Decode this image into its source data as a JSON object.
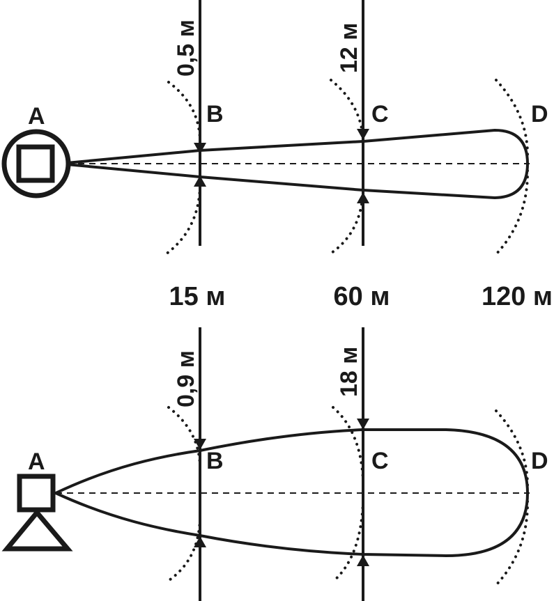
{
  "distances": {
    "b": "15 м",
    "c": "60 м",
    "d": "120 м"
  },
  "top_diagram": {
    "source_label": "A",
    "point_b_label": "B",
    "point_c_label": "C",
    "point_d_label": "D",
    "width_at_b": "0,5 м",
    "width_at_c": "12 м"
  },
  "bottom_diagram": {
    "source_label": "A",
    "point_b_label": "B",
    "point_c_label": "C",
    "point_d_label": "D",
    "width_at_b": "0,9 м",
    "width_at_c": "18 м"
  }
}
